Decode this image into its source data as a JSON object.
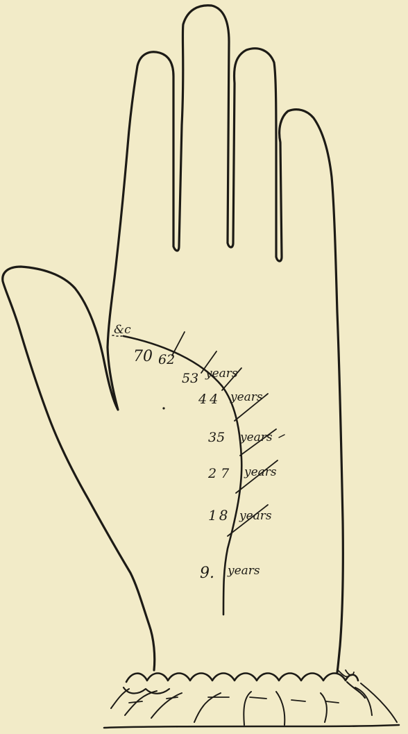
{
  "figure": {
    "ink_color": "#1d1b16",
    "paper_color": "#f2ebc8",
    "marker_top": "&c",
    "ages": [
      {
        "value": "70",
        "unit": ""
      },
      {
        "value": "62",
        "unit": ""
      },
      {
        "value": "53",
        "unit": "years"
      },
      {
        "value": "44",
        "unit": "years"
      },
      {
        "value": "35",
        "unit": "years"
      },
      {
        "value": "27",
        "unit": "years"
      },
      {
        "value": "18",
        "unit": "years"
      },
      {
        "value": "9.",
        "unit": "years"
      }
    ]
  }
}
